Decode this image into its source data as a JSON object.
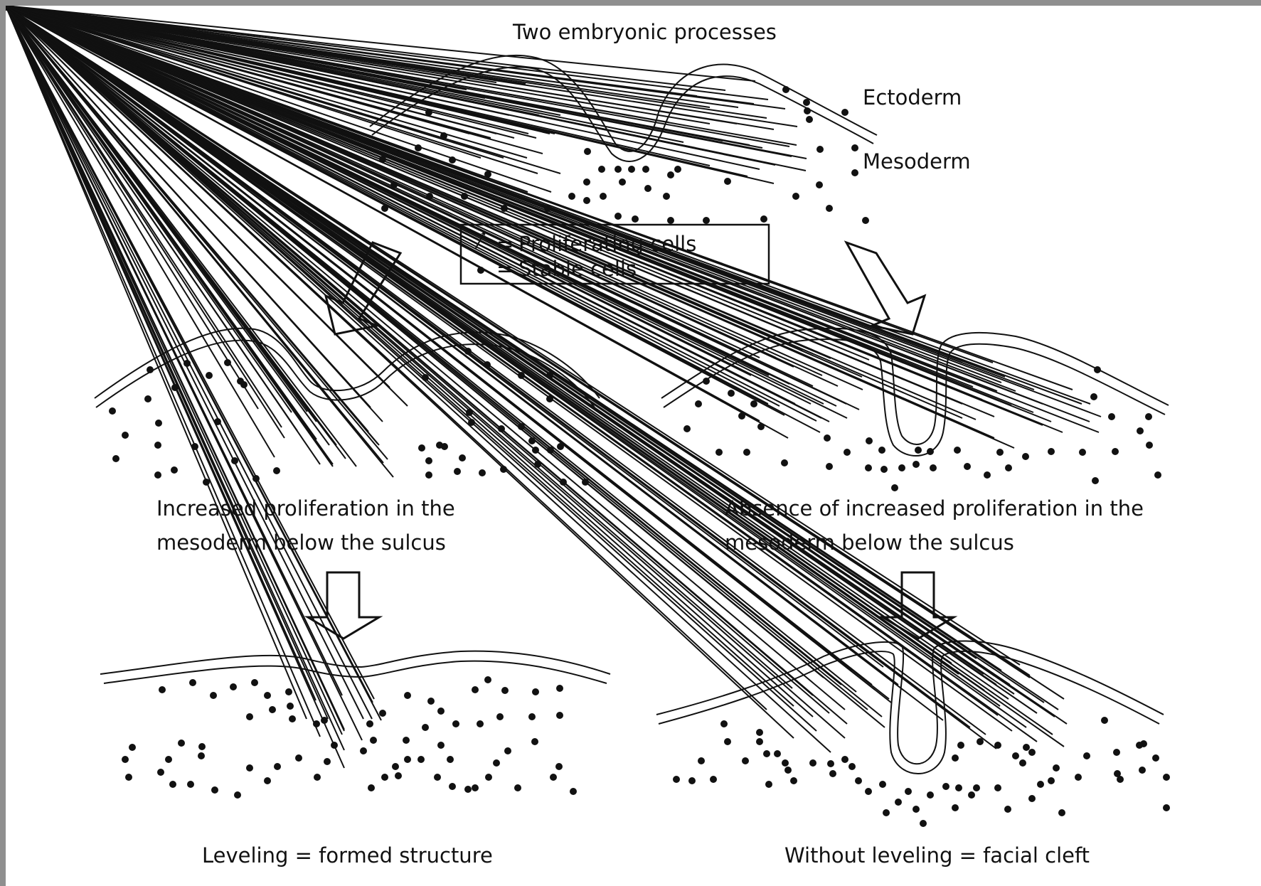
{
  "title": "Two embryonic processes",
  "layer_labels": {
    "ectoderm": "Ectoderm",
    "mesoderm": "Mesoderm"
  },
  "legend": {
    "proliferating": "Proliferating cells",
    "stable": "Stable cells",
    "equals": "="
  },
  "captions": {
    "left_line1": "Increased proliferation in the",
    "left_line2": "mesoderm below the sulcus",
    "right_line1": "Absence of increased proliferation in the",
    "right_line2": "mesoderm below the sulcus"
  },
  "outcomes": {
    "left": "Leveling = formed structure",
    "right": "Without leveling = facial cleft"
  },
  "colors": {
    "ink": "#111111",
    "background": "#ffffff",
    "frame": "#8f8f8f"
  }
}
